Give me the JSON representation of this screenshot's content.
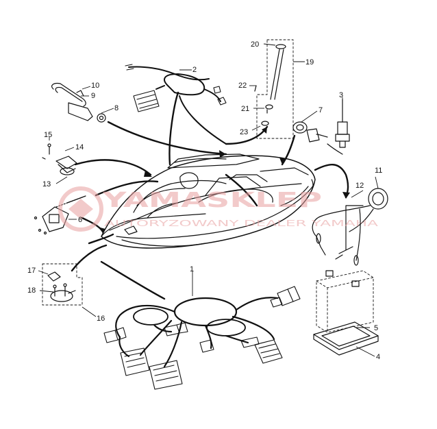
{
  "callouts": [
    {
      "id": "c1",
      "label": "1"
    },
    {
      "id": "c2",
      "label": "2"
    },
    {
      "id": "c3",
      "label": "3"
    },
    {
      "id": "c4",
      "label": "4"
    },
    {
      "id": "c5",
      "label": "5"
    },
    {
      "id": "c6",
      "label": "6"
    },
    {
      "id": "c7",
      "label": "7"
    },
    {
      "id": "c8",
      "label": "8"
    },
    {
      "id": "c9",
      "label": "9"
    },
    {
      "id": "c10",
      "label": "10"
    },
    {
      "id": "c11",
      "label": "11"
    },
    {
      "id": "c12",
      "label": "12"
    },
    {
      "id": "c13",
      "label": "13"
    },
    {
      "id": "c14",
      "label": "14"
    },
    {
      "id": "c15",
      "label": "15"
    },
    {
      "id": "c16",
      "label": "16"
    },
    {
      "id": "c17",
      "label": "17"
    },
    {
      "id": "c18",
      "label": "18"
    },
    {
      "id": "c19",
      "label": "19"
    },
    {
      "id": "c20",
      "label": "20"
    },
    {
      "id": "c21",
      "label": "21"
    },
    {
      "id": "c22",
      "label": "22"
    },
    {
      "id": "c23",
      "label": "23"
    }
  ],
  "watermark": {
    "brand": "YAMASKLEP",
    "tagline": "AUTORYZOWANY DEALER YAMAHA"
  },
  "colors": {
    "line": "#111111",
    "watermark": "#e8a0a0"
  }
}
